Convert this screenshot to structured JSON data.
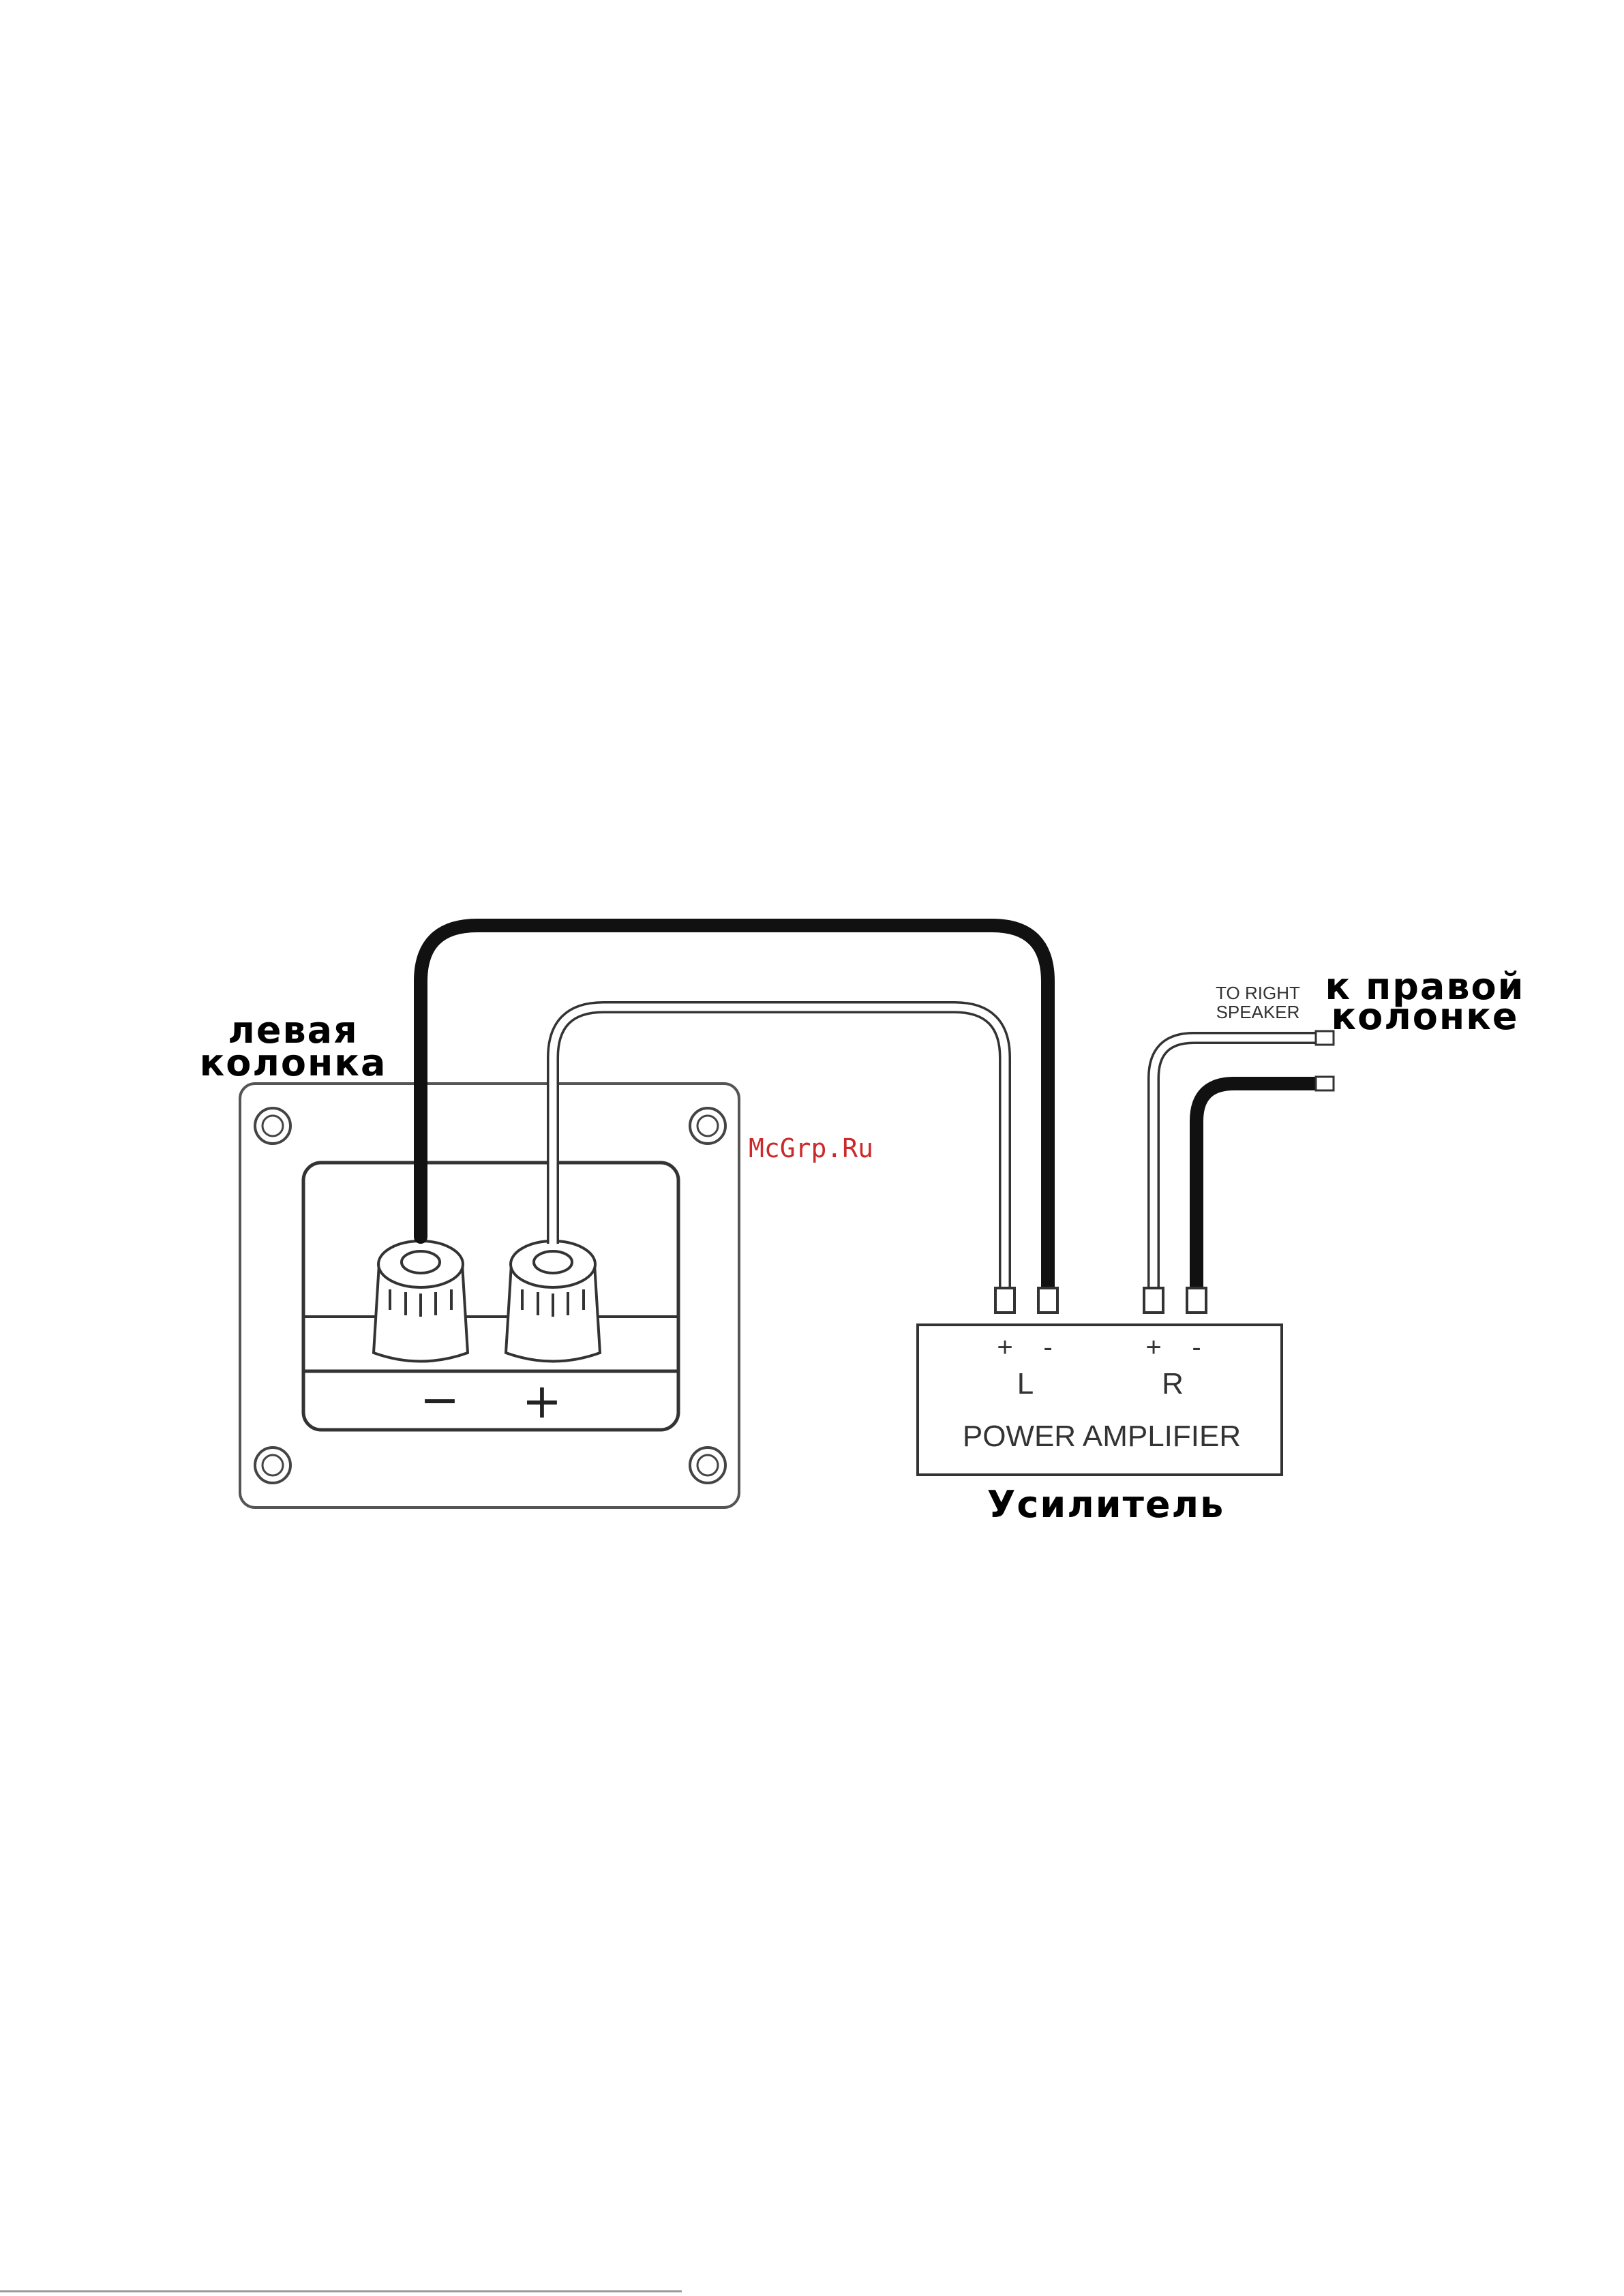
{
  "labels": {
    "left_speaker_line1": "левая",
    "left_speaker_line2": "колонка",
    "right_speaker_ru_line1": "к правой",
    "right_speaker_ru_line2": "колонке",
    "right_speaker_en_line1": "TO RIGHT",
    "right_speaker_en_line2": "SPEAKER",
    "amplifier_ru": "Усилитель",
    "amplifier_en": "POWER AMPLIFIER",
    "watermark": "McGrp.Ru"
  },
  "speaker_terminal": {
    "minus": "−",
    "plus": "+"
  },
  "amplifier": {
    "left_channel": "L",
    "right_channel": "R",
    "l_plus": "+",
    "l_minus": "-",
    "r_plus": "+",
    "r_minus": "-"
  },
  "colors": {
    "outline": "#444444",
    "black_wire": "#111111",
    "white_wire": "#ffffff",
    "watermark": "#cc2a2a"
  }
}
